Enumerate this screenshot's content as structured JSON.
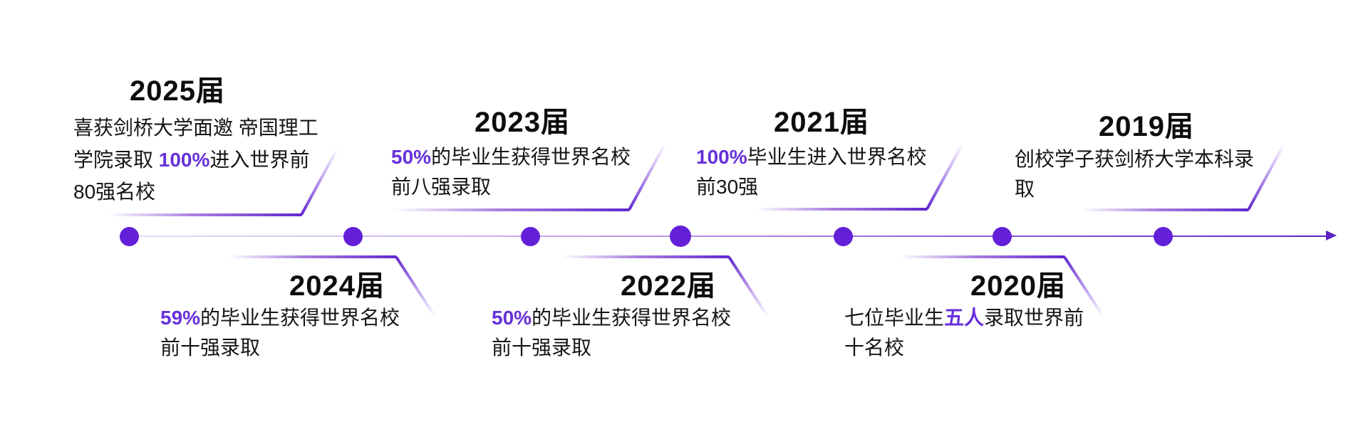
{
  "colors": {
    "accent": "#6630d9",
    "dot": "#6320d8",
    "conn_dark": "#6226cf",
    "conn_mid": "#a87fe0",
    "axis_light": "#e6dbf6",
    "axis_dark": "#5c22c4"
  },
  "timeline": {
    "direction": "left-to-right",
    "dot_count": 7
  },
  "events": [
    {
      "year": "2025届",
      "side": "top",
      "pre": "喜获剑桥大学面邀 帝国理工学院录取 ",
      "highlight": "100%",
      "post": "进入世界前80强名校"
    },
    {
      "year": "2024届",
      "side": "bottom",
      "pre": "",
      "highlight": "59%",
      "post": "的毕业生获得世界名校前十强录取"
    },
    {
      "year": "2023届",
      "side": "top",
      "pre": "",
      "highlight": "50%",
      "post": "的毕业生获得世界名校前八强录取"
    },
    {
      "year": "2022届",
      "side": "bottom",
      "pre": "",
      "highlight": "50%",
      "post": "的毕业生获得世界名校前十强录取"
    },
    {
      "year": "2021届",
      "side": "top",
      "pre": "",
      "highlight": "100%",
      "post": "毕业生进入世界名校前30强"
    },
    {
      "year": "2020届",
      "side": "bottom",
      "pre": "七位毕业生",
      "highlight": "五人",
      "post": "录取世界前十名校"
    },
    {
      "year": "2019届",
      "side": "top",
      "pre": "创校学子获剑桥大学本科录取",
      "highlight": "",
      "post": ""
    }
  ]
}
